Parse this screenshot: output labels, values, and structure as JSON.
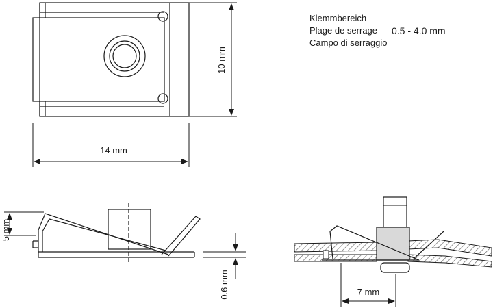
{
  "dimensions": {
    "height": "10 mm",
    "width": "14 mm",
    "clip_height": "5 mm",
    "thickness": "0.6 mm",
    "spacing": "7 mm"
  },
  "clamping_range": {
    "label_de": "Klemmbereich",
    "label_fr": "Plage de serrage",
    "label_it": "Campo di serraggio",
    "value": "0.5 - 4.0 mm"
  },
  "colors": {
    "line": "#1a1a1a",
    "nut_fill": "#d9d9d9",
    "hatch": "#6e6e6e"
  }
}
